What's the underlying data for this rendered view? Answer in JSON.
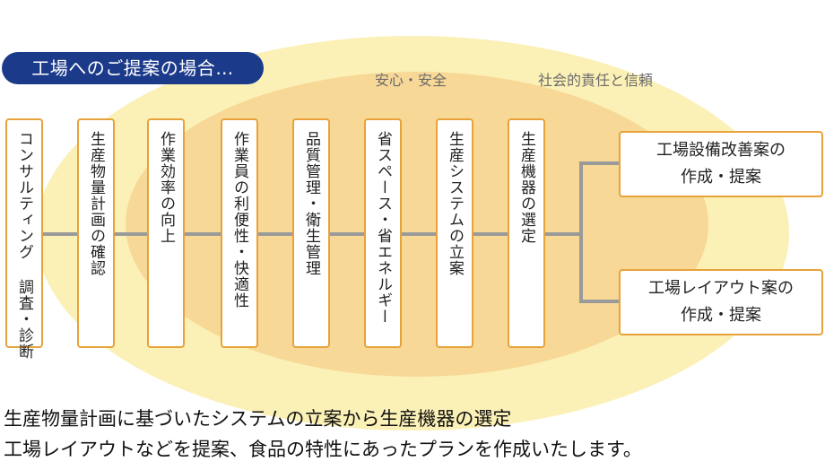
{
  "scope_label": "工場へのご提案の場合…",
  "ring_labels": {
    "inner": "安心・安全",
    "outer": "社会的責任と信頼"
  },
  "steps": [
    {
      "label": "コンサルティング 調査・診断"
    },
    {
      "label": "生産物量計画の確認"
    },
    {
      "label": "作業効率の向上"
    },
    {
      "label": "作業員の利便性・快適性"
    },
    {
      "label": "品質管理・衛生管理"
    },
    {
      "label": "省スペース・省エネルギー"
    },
    {
      "label": "生産システムの立案"
    },
    {
      "label": "生産機器の選定"
    }
  ],
  "outcomes": [
    {
      "label": "工場設備改善案の\n作成・提案"
    },
    {
      "label": "工場レイアウト案の\n作成・提案"
    }
  ],
  "footer": {
    "line1": "生産物量計画に基づいたシステムの立案から生産機器の選定",
    "line2": "工場レイアウトなどを提案、食品の特性にあったプランを作成いたします。"
  },
  "colors": {
    "outer_ring": "#fbf0b6",
    "inner_ring": "#f7d896",
    "badge": "#1b3a8a",
    "box_border": "#e8a23a",
    "connector": "#9a9a9a"
  }
}
